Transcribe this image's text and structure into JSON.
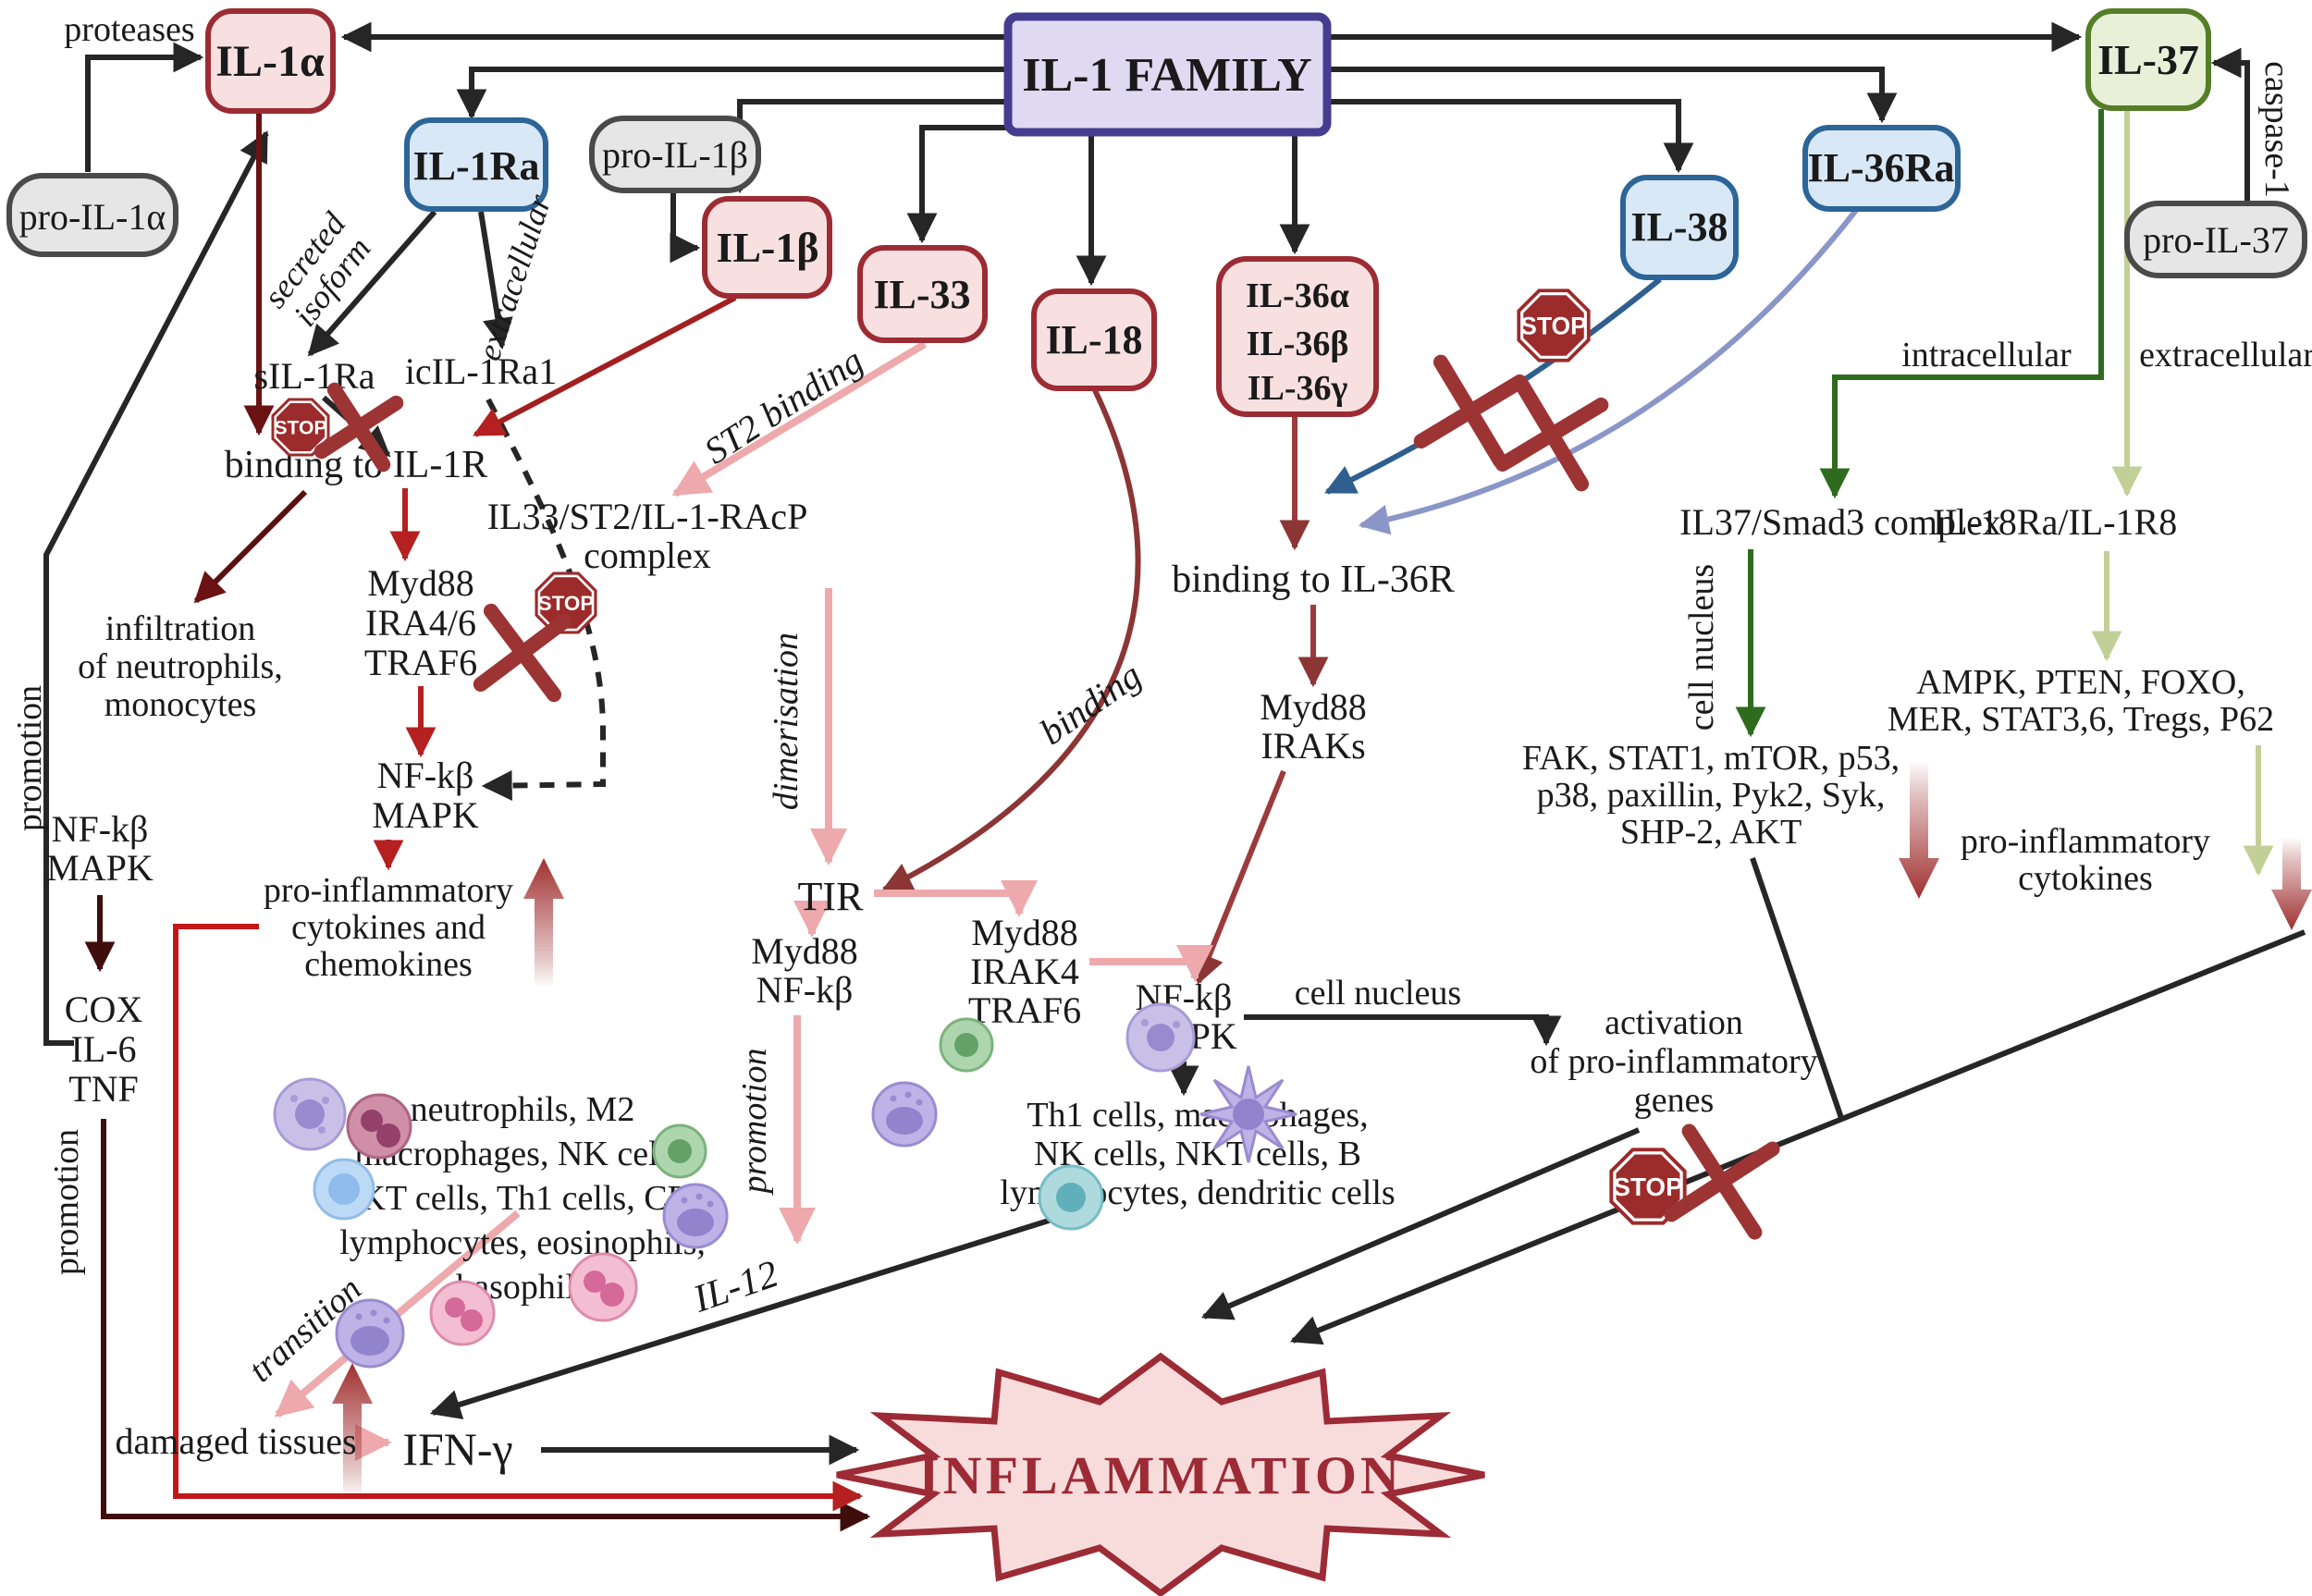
{
  "diagram_title": "IL-1 FAMILY",
  "stop_label": "STOP",
  "boxes": {
    "il1a": "IL-1α",
    "il1ra": "IL-1Ra",
    "pro_il1a": "pro-IL-1α",
    "pro_il1b": "pro-IL-1β",
    "il1b": "IL-1β",
    "il33": "IL-33",
    "il18": "IL-18",
    "il36": [
      "IL-36α",
      "IL-36β",
      "IL-36γ"
    ],
    "il38": "IL-38",
    "il36ra": "IL-36Ra",
    "il37": "IL-37",
    "pro_il37": "pro-IL-37"
  },
  "labels": {
    "proteases": "proteases",
    "caspase1": "caspase-1",
    "secreted_isoform": [
      "secreted",
      "isoform"
    ],
    "extracellular_left": "extracellular",
    "sil1ra": "sIL-1Ra",
    "icil1ra1": "icIL-1Ra1",
    "st2_binding": "ST2 binding",
    "binding_to_il1r": "binding to IL-1R",
    "il33_complex": [
      "IL33/ST2/IL-1-RAcP",
      "complex"
    ],
    "dimerisation": "dimerisation",
    "tir": "TIR",
    "binding": "binding",
    "myd88_ira46": [
      "Myd88",
      "IRA4/6",
      "TRAF6"
    ],
    "nfkb_mapk": [
      "NF-kβ",
      "MAPK"
    ],
    "infiltration": [
      "infiltration",
      "of neutrophils,",
      "monocytes"
    ],
    "promotion": "promotion",
    "pro_inflammatory_chemo": [
      "pro-inflammatory",
      "cytokines and",
      "chemokines"
    ],
    "cox_il6_tnf": [
      "COX",
      "IL-6",
      "TNF"
    ],
    "myd88_nfkb": [
      "Myd88",
      "NF-kβ"
    ],
    "myd88_irak4": [
      "Myd88",
      "IRAK4",
      "TRAF6"
    ],
    "myd88_iraks": [
      "Myd88",
      "IRAKs"
    ],
    "binding_to_il36r": "binding to IL-36R",
    "cell_nucleus": "cell nucleus",
    "activation_genes": [
      "activation",
      "of pro-inflammatory",
      "genes"
    ],
    "th1_list": [
      "Th1 cells, macrophages,",
      "NK cells, NKT cells, B",
      "lymphocytes, dendritic cells"
    ],
    "neutrophil_list": [
      "neutrophils, M2",
      "macrophages, NK cells,",
      "NKT cells, Th1 cells, CD8",
      "lymphocytes, eosinophils,",
      "basophils"
    ],
    "il12": "IL-12",
    "ifn_gamma": "IFN-γ",
    "damaged_tissues": "damaged tissues",
    "transition": "transition",
    "inflammation": "INFLAMMATION",
    "intracellular": "intracellular",
    "extracellular_right": "extracellular",
    "il37_smad3": "IL37/Smad3 complex",
    "il18ra_il1r8": "IL-18Ra/IL-1R8",
    "fak_list": [
      "FAK, STAT1, mTOR, p53,",
      "p38, paxillin, Pyk2, Syk,",
      "SHP-2, AKT"
    ],
    "ampk_list": [
      "AMPK, PTEN, FOXO,",
      "MER, STAT3,6, Tregs, P62"
    ],
    "pro_inflammatory_cytokines": [
      "pro-inflammatory",
      "cytokines"
    ]
  },
  "colors": {
    "family_fill": "#dfdaf2",
    "family_stroke": "#443d8f",
    "cytokine_fill": "#f8e0e0",
    "cytokine_stroke": "#9c2b33",
    "receptor_fill": "#d9e8f7",
    "receptor_stroke": "#2c6598",
    "il37_fill": "#e8f0d8",
    "il37_stroke": "#567d28",
    "pro_fill": "#e6e6e6",
    "pro_stroke": "#4a4a4a",
    "arrow_black": "#262626",
    "arrow_red": "#b52020",
    "arrow_darkred": "#6b1212",
    "arrow_maroon": "#400d0d",
    "arrow_wine": "#8c3535",
    "arrow_pink": "#eda9ac",
    "arrow_blue": "#2e5f8e",
    "arrow_slate": "#8a96c8",
    "arrow_green": "#2f6b1e",
    "arrow_olive": "#c2cf96",
    "stop_fill": "#9c2b2b",
    "cross_color": "#9c3434",
    "burst_fill": "#f8dcdc",
    "burst_stroke": "#9c2b35"
  }
}
